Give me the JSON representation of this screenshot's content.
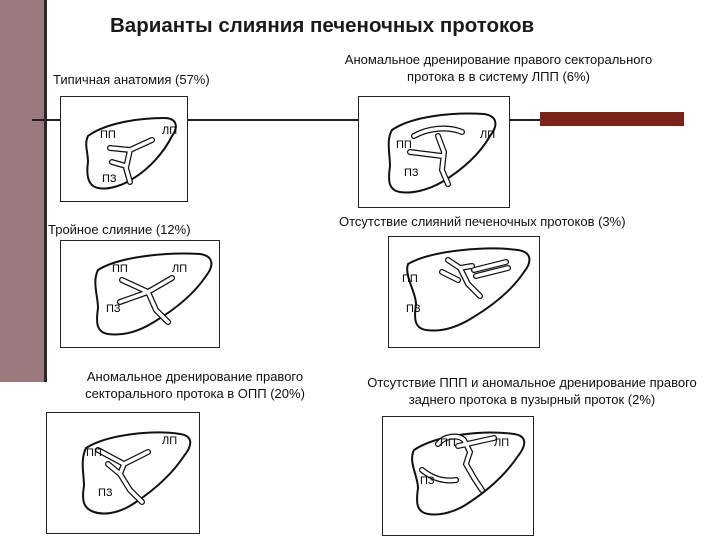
{
  "title": "Варианты слияния печеночных протоков",
  "panels": [
    {
      "caption": "Типичная анатомия (57%)",
      "labels": {
        "rp": "ПП",
        "lp": "ЛП",
        "rz": "ПЗ"
      }
    },
    {
      "caption": "Аномальное  дренирование правого секторального протока в в систему ЛПП (6%)",
      "labels": {
        "rp": "ПП",
        "lp": "ЛП",
        "rz": "ПЗ"
      }
    },
    {
      "caption": "Тройное слияние (12%)",
      "labels": {
        "rp": "ПП",
        "lp": "ЛП",
        "rz": "ПЗ"
      }
    },
    {
      "caption": "Отсутствие слияний печеночных протоков (3%)",
      "labels": {
        "rp": "ПП",
        "rz": "ПЗ"
      }
    },
    {
      "caption": "Аномальное  дренирование правого секторального протока в ОПП (20%)",
      "labels": {
        "rp": "ПП",
        "lp": "ЛП",
        "rz": "ПЗ"
      }
    },
    {
      "caption": "Отсутствие ППП  и аномальное дренирование правого заднего протока в пузырный проток (2%)",
      "labels": {
        "rp": "ПП",
        "lp": "ЛП",
        "rz": "ПЗ"
      }
    }
  ],
  "colors": {
    "sidebar": "#9a7a7f",
    "accent": "#7a2419",
    "line": "#222222"
  }
}
